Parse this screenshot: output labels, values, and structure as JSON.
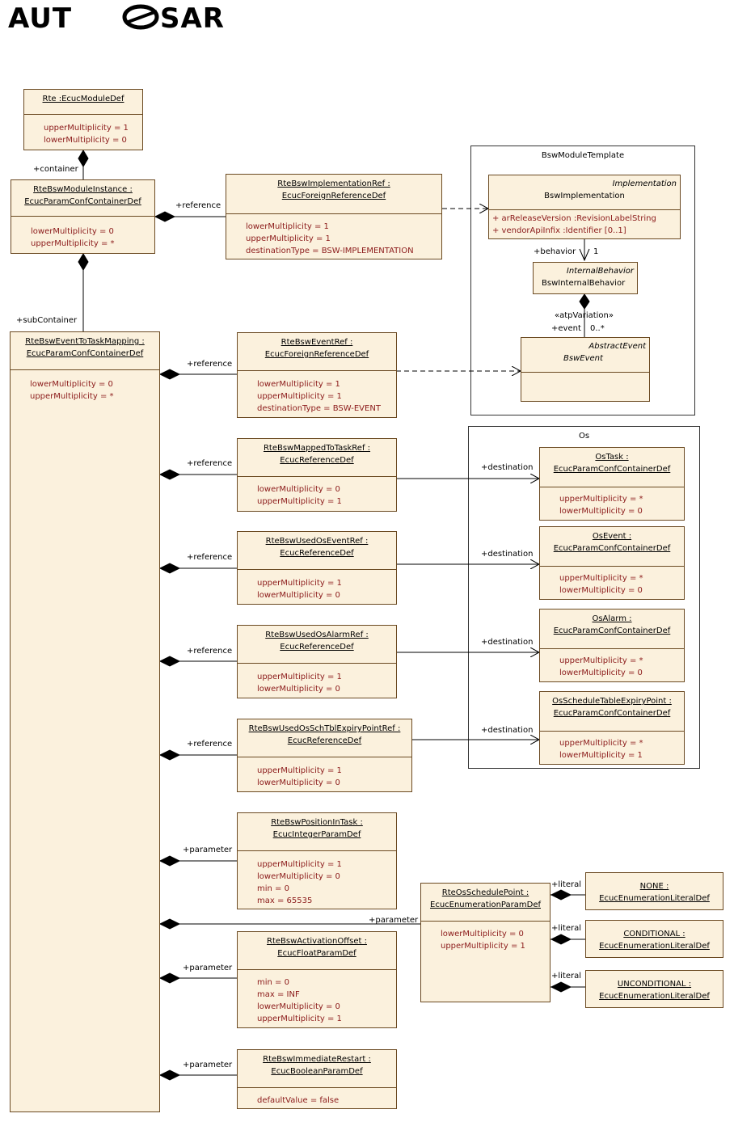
{
  "logo": {
    "text": "AUTOSAR"
  },
  "packages": {
    "bsw": "BswModuleTemplate",
    "os": "Os"
  },
  "classes": {
    "rte": {
      "name": "Rte :EcucModuleDef",
      "attrs": [
        "upperMultiplicity = 1",
        "lowerMultiplicity = 0"
      ]
    },
    "moduleInstance": {
      "name1": "RteBswModuleInstance :",
      "name2": "EcucParamConfContainerDef",
      "attrs": [
        "lowerMultiplicity = 0",
        "upperMultiplicity = *"
      ]
    },
    "implRef": {
      "name1": "RteBswImplementationRef :",
      "name2": "EcucForeignReferenceDef",
      "attrs": [
        "lowerMultiplicity = 1",
        "upperMultiplicity = 1",
        "destinationType = BSW-IMPLEMENTATION"
      ]
    },
    "bswImpl": {
      "stereo": "Implementation",
      "name": "BswImplementation",
      "attrs": [
        "+   arReleaseVersion  :RevisionLabelString",
        "+   vendorApiInfix  :Identifier [0..1]"
      ]
    },
    "internalBehavior": {
      "stereo": "InternalBehavior",
      "name": "BswInternalBehavior"
    },
    "bswEvent": {
      "stereo": "AbstractEvent",
      "name": "BswEvent"
    },
    "eventToTask": {
      "name1": "RteBswEventToTaskMapping :",
      "name2": "EcucParamConfContainerDef",
      "attrs": [
        "lowerMultiplicity = 0",
        "upperMultiplicity = *"
      ]
    },
    "eventRef": {
      "name1": "RteBswEventRef :",
      "name2": "EcucForeignReferenceDef",
      "attrs": [
        "lowerMultiplicity = 1",
        "upperMultiplicity = 1",
        "destinationType = BSW-EVENT"
      ]
    },
    "mappedToTask": {
      "name1": "RteBswMappedToTaskRef :",
      "name2": "EcucReferenceDef",
      "attrs": [
        "lowerMultiplicity = 0",
        "upperMultiplicity = 1"
      ]
    },
    "usedOsEvent": {
      "name1": "RteBswUsedOsEventRef :",
      "name2": "EcucReferenceDef",
      "attrs": [
        "upperMultiplicity = 1",
        "lowerMultiplicity = 0"
      ]
    },
    "usedOsAlarm": {
      "name1": "RteBswUsedOsAlarmRef :",
      "name2": "EcucReferenceDef",
      "attrs": [
        "upperMultiplicity = 1",
        "lowerMultiplicity = 0"
      ]
    },
    "usedSchTbl": {
      "name1": "RteBswUsedOsSchTblExpiryPointRef :",
      "name2": "EcucReferenceDef",
      "attrs": [
        "upperMultiplicity = 1",
        "lowerMultiplicity = 0"
      ]
    },
    "osTask": {
      "name1": "OsTask :",
      "name2": "EcucParamConfContainerDef",
      "attrs": [
        "upperMultiplicity = *",
        "lowerMultiplicity = 0"
      ]
    },
    "osEvent": {
      "name1": "OsEvent :",
      "name2": "EcucParamConfContainerDef",
      "attrs": [
        "upperMultiplicity = *",
        "lowerMultiplicity = 0"
      ]
    },
    "osAlarm": {
      "name1": "OsAlarm :",
      "name2": "EcucParamConfContainerDef",
      "attrs": [
        "upperMultiplicity = *",
        "lowerMultiplicity = 0"
      ]
    },
    "osSchPoint": {
      "name1": "OsScheduleTableExpiryPoint :",
      "name2": "EcucParamConfContainerDef",
      "attrs": [
        "upperMultiplicity = *",
        "lowerMultiplicity = 1"
      ]
    },
    "positionInTask": {
      "name1": "RteBswPositionInTask :",
      "name2": "EcucIntegerParamDef",
      "attrs": [
        "upperMultiplicity = 1",
        "lowerMultiplicity = 0",
        "min = 0",
        "max = 65535"
      ]
    },
    "activationOffset": {
      "name1": "RteBswActivationOffset :",
      "name2": "EcucFloatParamDef",
      "attrs": [
        "min = 0",
        "max = INF",
        "lowerMultiplicity = 0",
        "upperMultiplicity = 1"
      ]
    },
    "immediateRestart": {
      "name1": "RteBswImmediateRestart :",
      "name2": "EcucBooleanParamDef",
      "attrs": [
        "defaultValue = false"
      ]
    },
    "osSchedulePoint": {
      "name1": "RteOsSchedulePoint :",
      "name2": "EcucEnumerationParamDef",
      "attrs": [
        "lowerMultiplicity = 0",
        "upperMultiplicity = 1"
      ]
    },
    "litNone": {
      "name1": "NONE :",
      "name2": "EcucEnumerationLiteralDef"
    },
    "litConditional": {
      "name1": "CONDITIONAL :",
      "name2": "EcucEnumerationLiteralDef"
    },
    "litUnconditional": {
      "name1": "UNCONDITIONAL :",
      "name2": "EcucEnumerationLiteralDef"
    }
  },
  "labels": {
    "container": "+container",
    "subContainer": "+subContainer",
    "reference": "+reference",
    "destination": "+destination",
    "parameter": "+parameter",
    "literal": "+literal",
    "behavior": "+behavior",
    "one": "1",
    "atpVariation": "«atpVariation»",
    "event": "+event",
    "zeroMany": "0..*"
  }
}
